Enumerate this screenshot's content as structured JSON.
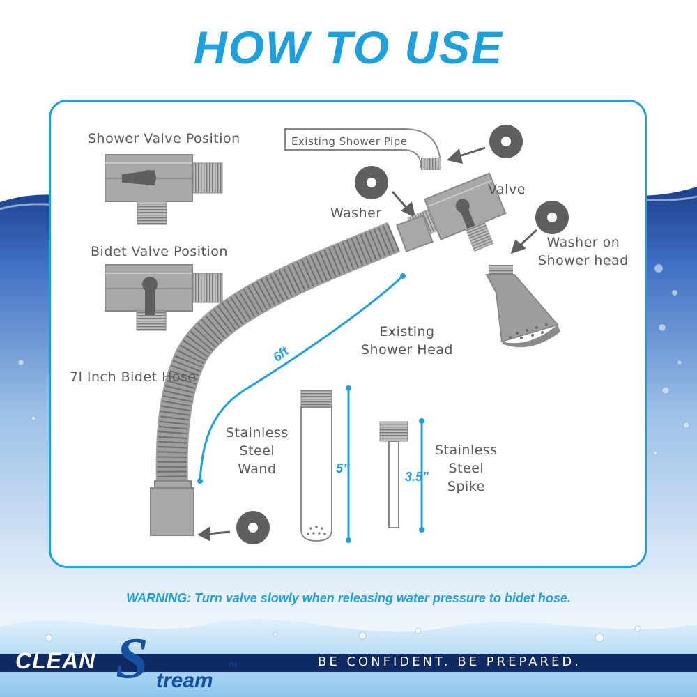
{
  "title": "HOW TO USE",
  "labels": {
    "shower_valve_position": "Shower Valve Position",
    "bidet_valve_position": "Bidet Valve Position",
    "existing_shower_pipe": "Existing Shower Pipe",
    "valve": "Valve",
    "washer": "Washer",
    "washer_on_shower_head": [
      "Washer on",
      "Shower head"
    ],
    "existing_shower_head": [
      "Existing",
      "Shower Head"
    ],
    "bidet_hose": "7l Inch Bidet Hose",
    "stainless_steel_wand": [
      "Stainless",
      "Steel",
      "Wand"
    ],
    "stainless_steel_spike": [
      "Stainless",
      "Steel",
      "Spike"
    ]
  },
  "dimensions": {
    "hose_length": "6ft",
    "wand_length": "5”",
    "spike_length": "3.5”"
  },
  "warning": "WARNING: Turn valve slowly when releasing water pressure to bidet hose.",
  "brand": {
    "clean": "CLEAN",
    "s": "S",
    "stream": "tream",
    "tm": "TM",
    "tagline": "BE CONFIDENT. BE PREPARED."
  },
  "colors": {
    "accent": "#1ea0dc",
    "part_gray": "#a8a8a8",
    "part_dark": "#5f5f5f",
    "brand_navy": "#0f2a63"
  }
}
